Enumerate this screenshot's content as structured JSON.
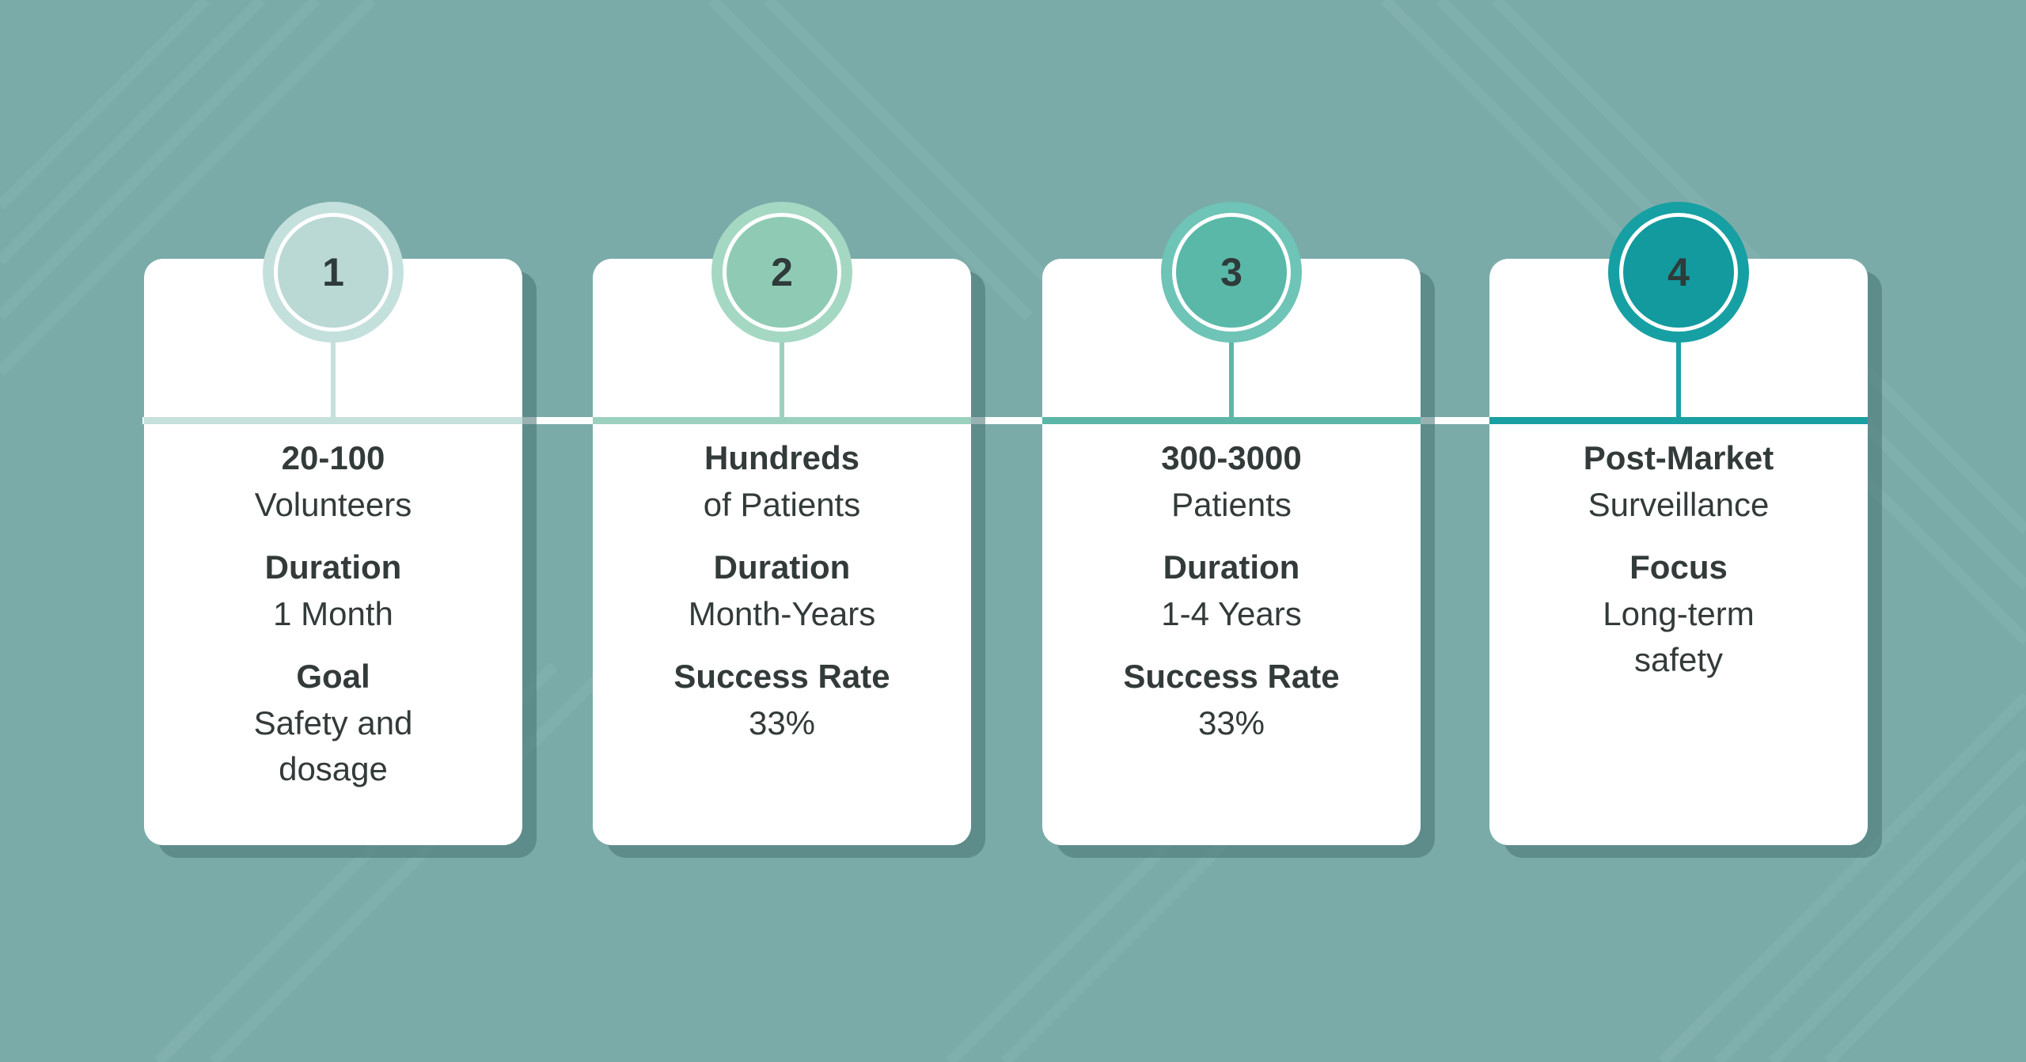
{
  "phases": [
    {
      "number": "1",
      "heading": "20-100",
      "subheading": "Volunteers",
      "label1": "Duration",
      "value1": "1 Month",
      "label2": "Goal",
      "value2a": "Safety and",
      "value2b": "dosage",
      "colors": {
        "badge": "#c4e0dc",
        "inner": "#bad8d4",
        "line": "#c6e0dc"
      }
    },
    {
      "number": "2",
      "heading": "Hundreds",
      "subheading": "of Patients",
      "label1": "Duration",
      "value1": "Month-Years",
      "label2": "Success Rate",
      "value2a": "33%",
      "value2b": "",
      "colors": {
        "badge": "#a5d8c3",
        "inner": "#8fcbb4",
        "line": "#9bd0bf"
      }
    },
    {
      "number": "3",
      "heading": "300-3000",
      "subheading": "Patients",
      "label1": "Duration",
      "value1": "1-4 Years",
      "label2": "Success Rate",
      "value2a": "33%",
      "value2b": "",
      "colors": {
        "badge": "#6ec4b6",
        "inner": "#5ab8a8",
        "line": "#5cb6a8"
      }
    },
    {
      "number": "4",
      "heading": "Post-Market",
      "subheading": "Surveillance",
      "label1": "Focus",
      "value1a": "Long-term",
      "value1b": "safety",
      "colors": {
        "badge": "#16a0a3",
        "inner": "#129a9e",
        "line": "#1aa0a3"
      }
    }
  ]
}
